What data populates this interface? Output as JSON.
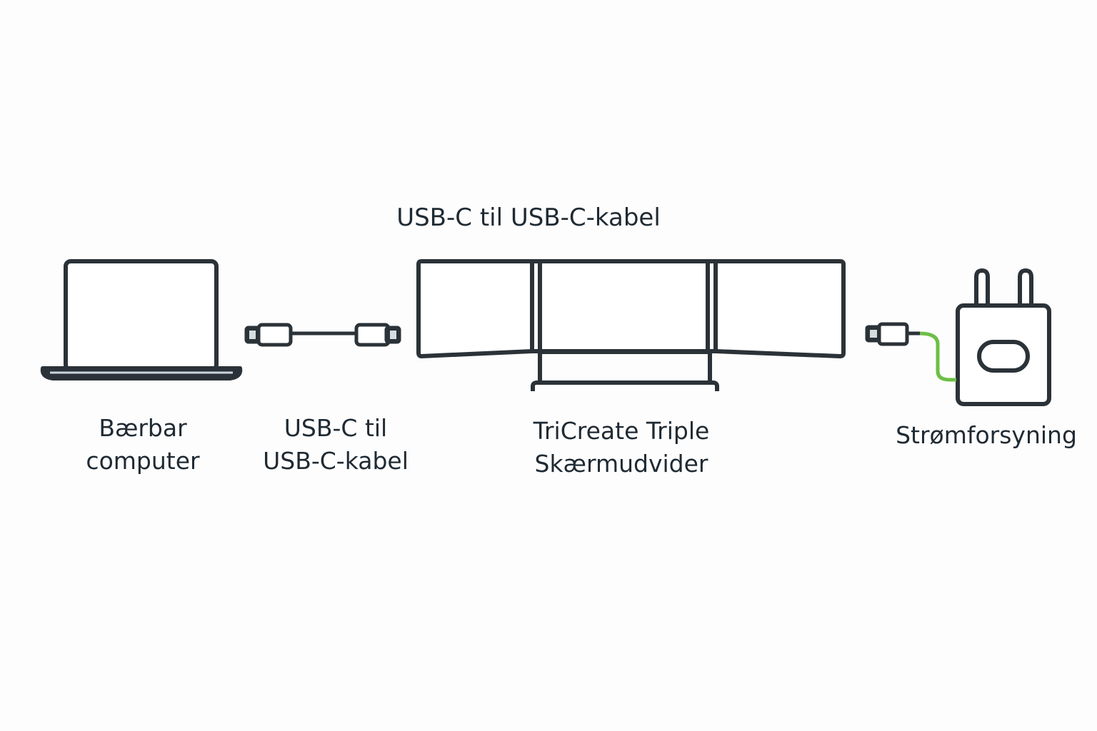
{
  "title": "USB-C til USB-C-kabel",
  "colors": {
    "stroke": "#2b3238",
    "power_cable": "#6cbf45",
    "connector_tip": "#d6dde1",
    "laptop_base_highlight": "#c9d6dc"
  },
  "components": [
    {
      "id": "laptop",
      "icon": "laptop-icon",
      "label_lines": [
        "Bærbar",
        "computer"
      ]
    },
    {
      "id": "cable",
      "icon": "usb-c-cable-icon",
      "label_lines": [
        "USB-C til",
        "USB-C-kabel"
      ]
    },
    {
      "id": "extender",
      "icon": "triple-monitor-icon",
      "label_lines": [
        "TriCreate Triple",
        "Skærmudvider"
      ]
    },
    {
      "id": "power",
      "icon": "power-adapter-icon",
      "label_lines": [
        "Strømforsyning"
      ]
    }
  ]
}
